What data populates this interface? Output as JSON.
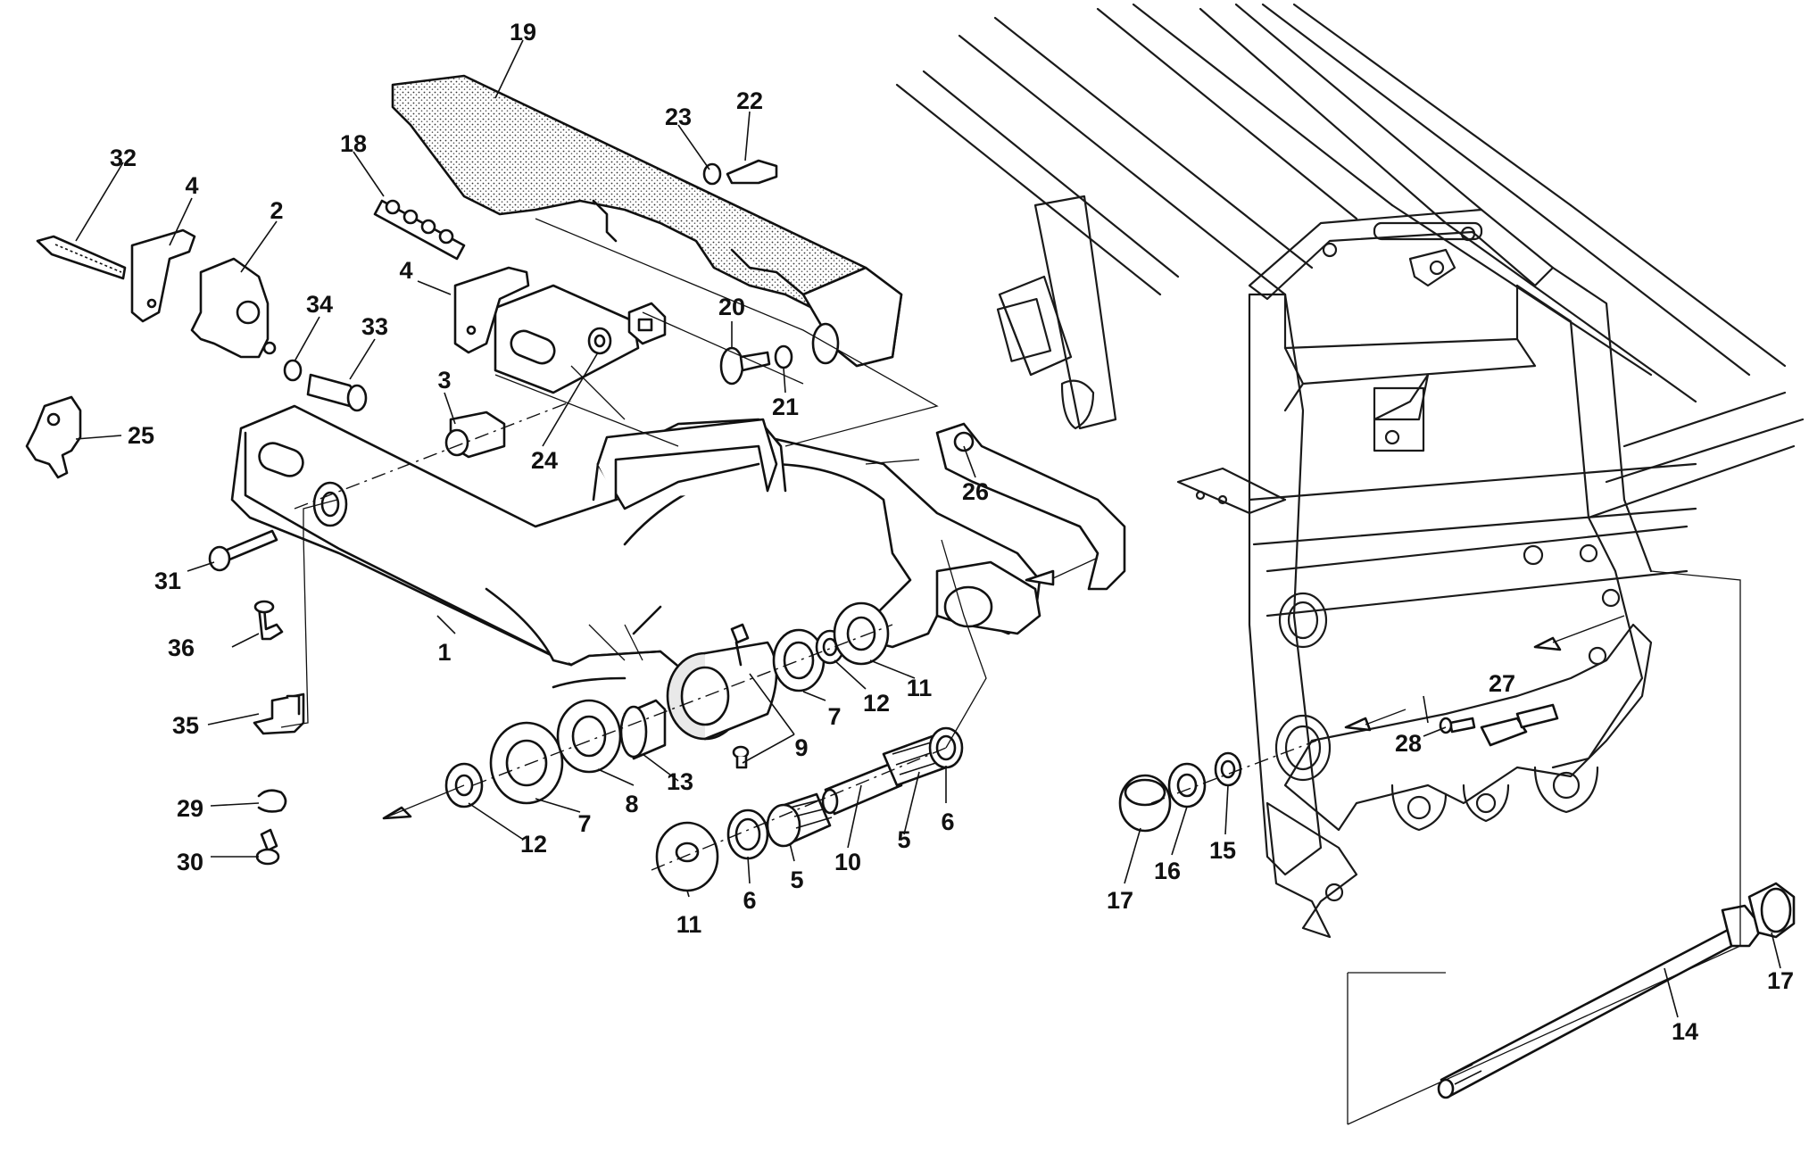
{
  "diagram": {
    "callouts": [
      {
        "id": "c1",
        "label": "1"
      },
      {
        "id": "c2",
        "label": "2"
      },
      {
        "id": "c3",
        "label": "3"
      },
      {
        "id": "c4a",
        "label": "4"
      },
      {
        "id": "c4b",
        "label": "4"
      },
      {
        "id": "c5a",
        "label": "5"
      },
      {
        "id": "c5b",
        "label": "5"
      },
      {
        "id": "c6a",
        "label": "6"
      },
      {
        "id": "c6b",
        "label": "6"
      },
      {
        "id": "c7a",
        "label": "7"
      },
      {
        "id": "c7b",
        "label": "7"
      },
      {
        "id": "c8",
        "label": "8"
      },
      {
        "id": "c9",
        "label": "9"
      },
      {
        "id": "c10",
        "label": "10"
      },
      {
        "id": "c11a",
        "label": "11"
      },
      {
        "id": "c11b",
        "label": "11"
      },
      {
        "id": "c12a",
        "label": "12"
      },
      {
        "id": "c12b",
        "label": "12"
      },
      {
        "id": "c13",
        "label": "13"
      },
      {
        "id": "c14",
        "label": "14"
      },
      {
        "id": "c15",
        "label": "15"
      },
      {
        "id": "c16",
        "label": "16"
      },
      {
        "id": "c17a",
        "label": "17"
      },
      {
        "id": "c17b",
        "label": "17"
      },
      {
        "id": "c18",
        "label": "18"
      },
      {
        "id": "c19",
        "label": "19"
      },
      {
        "id": "c20",
        "label": "20"
      },
      {
        "id": "c21",
        "label": "21"
      },
      {
        "id": "c22",
        "label": "22"
      },
      {
        "id": "c23",
        "label": "23"
      },
      {
        "id": "c24",
        "label": "24"
      },
      {
        "id": "c25",
        "label": "25"
      },
      {
        "id": "c26",
        "label": "26"
      },
      {
        "id": "c27",
        "label": "27"
      },
      {
        "id": "c28",
        "label": "28"
      },
      {
        "id": "c29",
        "label": "29"
      },
      {
        "id": "c30",
        "label": "30"
      },
      {
        "id": "c31",
        "label": "31"
      },
      {
        "id": "c32",
        "label": "32"
      },
      {
        "id": "c33",
        "label": "33"
      },
      {
        "id": "c34",
        "label": "34"
      },
      {
        "id": "c35",
        "label": "35"
      },
      {
        "id": "c36",
        "label": "36"
      }
    ]
  }
}
